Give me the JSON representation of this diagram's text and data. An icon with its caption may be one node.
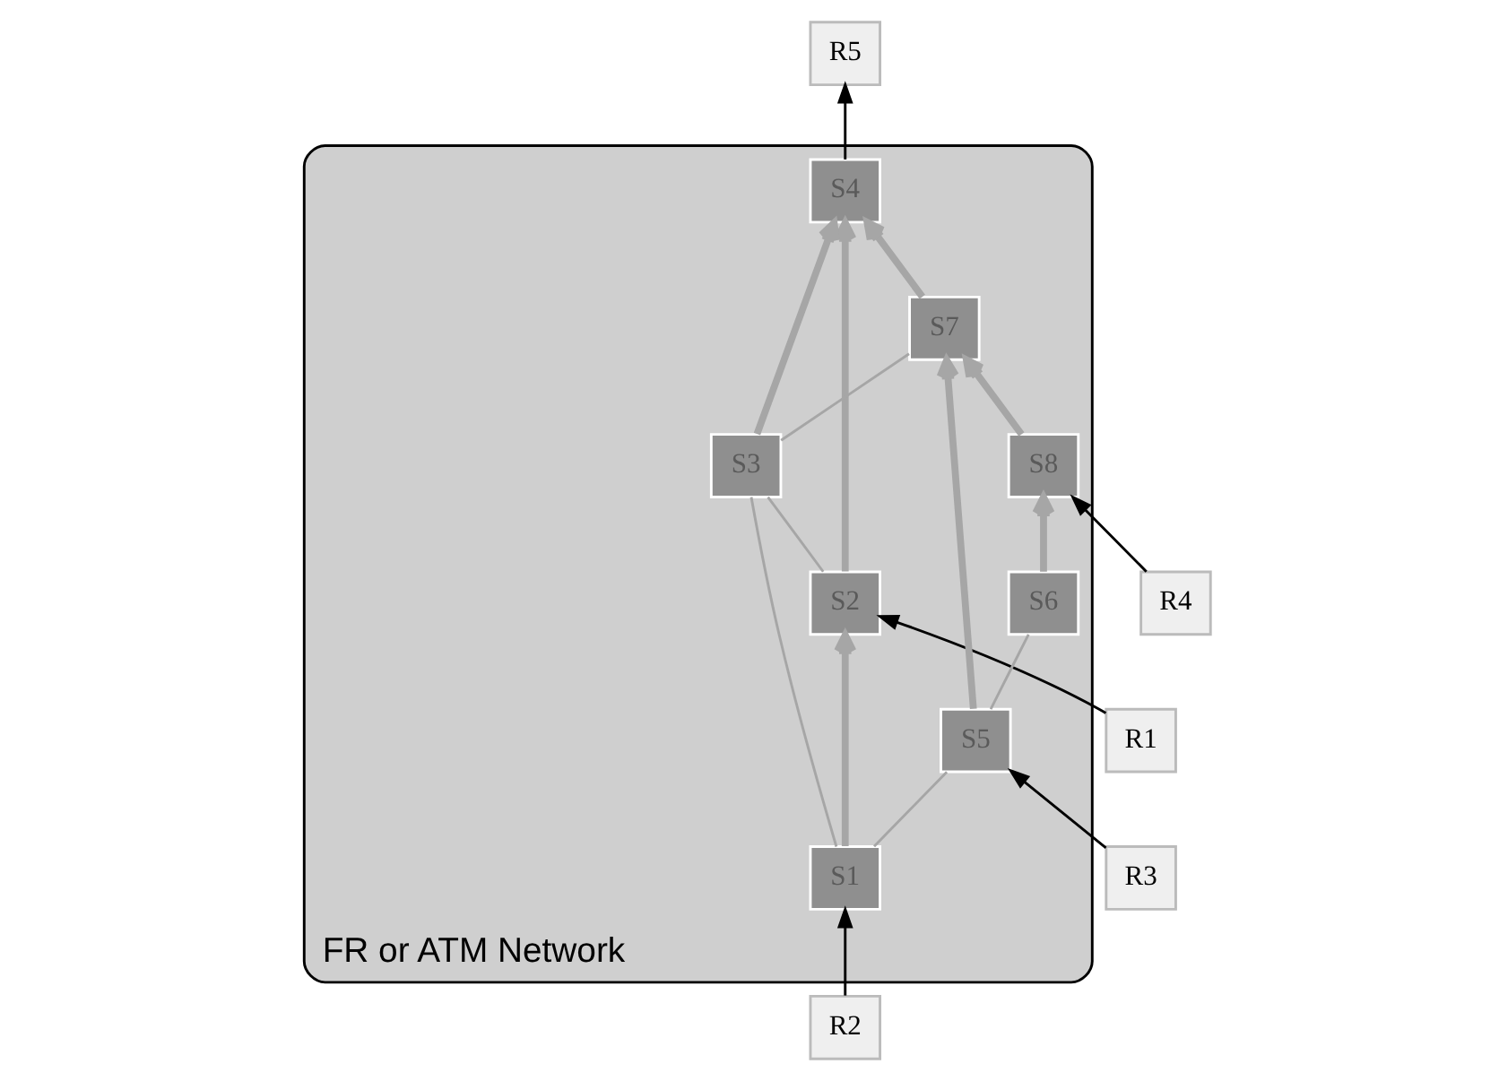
{
  "diagram": {
    "nodes": [
      {
        "text": [
          "R5"
        ]
      },
      {
        "text": [
          "R1"
        ]
      },
      {
        "text": [
          "FR or ATM Network"
        ]
      },
      {
        "text": [
          "S4"
        ],
        "in": 2
      },
      {
        "text": [
          "S2"
        ],
        "in": 2
      },
      {
        "text": [
          "S7"
        ],
        "in": 2
      },
      {
        "text": [
          "S3"
        ],
        "in": 2
      },
      {
        "text": [
          "S8"
        ],
        "in": 2
      },
      {
        "text": [
          "S1"
        ],
        "in": 2
      },
      {
        "text": [
          "S6"
        ],
        "in": 2
      },
      {
        "text": [
          "R4"
        ]
      },
      {
        "text": [
          "S5"
        ],
        "in": 2
      },
      {
        "text": [
          "R2"
        ]
      },
      {
        "text": [
          "R3"
        ]
      }
    ],
    "edges": [
      {
        "from": 1,
        "to": 4,
        "arrow": "to",
        "color": "#000000"
      },
      {
        "from": 3,
        "to": 0,
        "arrow": "to",
        "color": "#000000"
      },
      {
        "from": 12,
        "to": 8,
        "arrow": "to",
        "color": "#000000"
      },
      {
        "from": 13,
        "to": 11,
        "arrow": "to",
        "color": "#000000"
      },
      {
        "from": 10,
        "to": 7,
        "arrow": "to",
        "color": "#000000"
      },
      {
        "from": 8,
        "to": 4,
        "arrow": "to",
        "style": "thick"
      },
      {
        "from": 4,
        "to": 3,
        "arrow": "to",
        "style": "thick"
      },
      {
        "from": 6,
        "to": 3,
        "arrow": "to",
        "style": "thick"
      },
      {
        "from": 5,
        "to": 3,
        "arrow": "to",
        "style": "thick"
      },
      {
        "from": 11,
        "to": 5,
        "arrow": "to",
        "style": "thick"
      },
      {
        "from": 7,
        "to": 5,
        "arrow": "to",
        "style": "thick"
      },
      {
        "from": 9,
        "to": 7,
        "arrow": "to",
        "style": "thick"
      },
      {
        "from": 4,
        "to": 6,
        "arrow": "none"
      },
      {
        "from": 8,
        "to": 6,
        "arrow": "none"
      },
      {
        "from": 6,
        "to": 5,
        "arrow": "none"
      },
      {
        "from": 8,
        "to": 11,
        "arrow": "none"
      },
      {
        "from": 11,
        "to": 9,
        "arrow": "none"
      }
    ]
  }
}
